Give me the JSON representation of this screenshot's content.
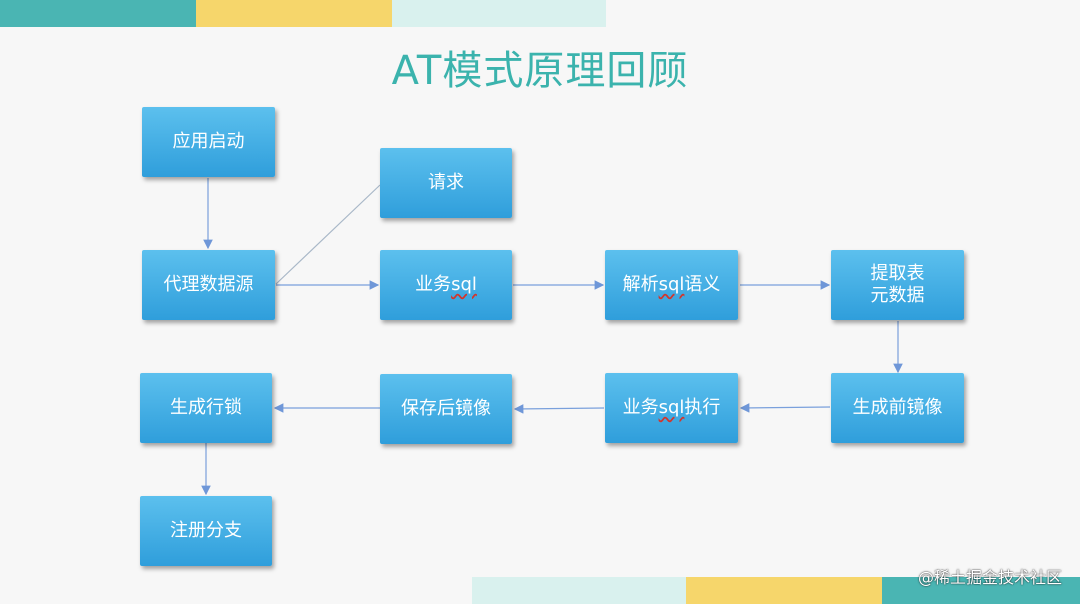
{
  "title": "AT模式原理回顾",
  "colors": {
    "teal": "#4ab5b3",
    "yellow": "#f6d66b",
    "mint": "#d9f1ee",
    "node_top": "#5cc0ee",
    "node_bottom": "#2f9edb",
    "title": "#3bb3ad",
    "arrow": "#6f97d8"
  },
  "nodes": {
    "app_start": "应用启动",
    "request": "请求",
    "proxy_datasource": "代理数据源",
    "business_sql": {
      "pre": "业务",
      "sql": "sql",
      "post": ""
    },
    "parse_sql": {
      "pre": "解析",
      "sql": "sql",
      "post": "语义"
    },
    "extract_metadata": "提取表\n元数据",
    "before_image": "生成前镜像",
    "sql_execute": {
      "pre": "业务",
      "sql": "sql",
      "post": "执行"
    },
    "after_image": "保存后镜像",
    "row_lock": "生成行锁",
    "register_branch": "注册分支"
  },
  "watermark": "@稀土掘金技术社区"
}
